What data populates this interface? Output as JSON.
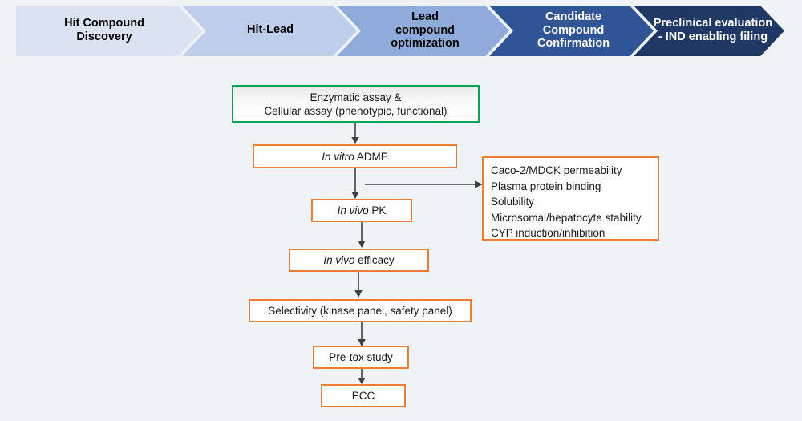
{
  "banner": {
    "name": "drug-discovery-stage-banner",
    "stages": [
      {
        "label": "Hit Compound\nDiscovery",
        "fill": "#dbe2f2",
        "text_color": "#000000"
      },
      {
        "label": "Hit-Lead",
        "fill": "#bdcdea",
        "text_color": "#000000"
      },
      {
        "label": "Lead\ncompound\noptimization",
        "fill": "#8fabdb",
        "text_color": "#000000"
      },
      {
        "label": "Candidate\nCompound\nConfirmation",
        "fill": "#2f5597",
        "text_color": "#ffffff"
      },
      {
        "label": "Preclinical evaluation\n- IND enabling filing",
        "fill": "#203864",
        "text_color": "#ffffff"
      }
    ]
  },
  "flow": {
    "assay_box": {
      "line1": "Enzymatic assay &",
      "line2": "Cellular assay (phenotypic, functional)",
      "border_color": "#00A650"
    },
    "nodes": [
      {
        "id": "in-vitro-adme",
        "italic": "In vitro",
        "rest": " ADME"
      },
      {
        "id": "in-vivo-pk",
        "italic": "In vivo",
        "rest": " PK"
      },
      {
        "id": "in-vivo-efficacy",
        "italic": "In vivo",
        "rest": " efficacy"
      },
      {
        "id": "selectivity",
        "italic": "",
        "rest": "Selectivity (kinase panel, safety panel)"
      },
      {
        "id": "pre-tox-study",
        "italic": "",
        "rest": "Pre-tox study"
      },
      {
        "id": "pcc",
        "italic": "",
        "rest": "PCC"
      }
    ],
    "side_list": {
      "items": [
        "Caco-2/MDCK permeability",
        "Plasma protein binding",
        "Solubility",
        "Microsomal/hepatocyte stability",
        "CYP induction/inhibition"
      ],
      "border_color": "#ED7D31"
    },
    "accent_color": "#ED7D31",
    "arrow_color": "#404040",
    "background_color": "#f0f3f6"
  }
}
